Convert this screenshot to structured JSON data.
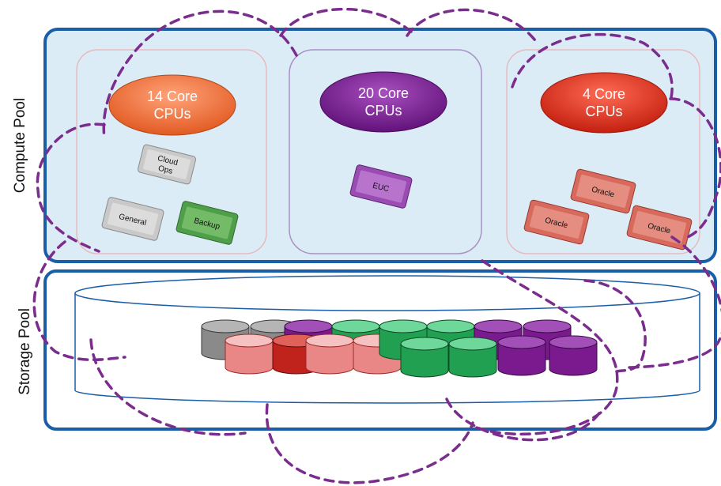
{
  "compute_pool": {
    "label": "Compute Pool",
    "hosts": [
      {
        "cpu_line1": "14 Core",
        "cpu_line2": "CPUs",
        "cpu_color": "#e8703a",
        "vms": [
          {
            "line1": "Cloud",
            "line2": "Ops",
            "color": "#c8c8c8"
          },
          {
            "line1": "General",
            "color": "#c8c8c8"
          },
          {
            "line1": "Backup",
            "color": "#4f9e4a"
          }
        ]
      },
      {
        "cpu_line1": "20 Core",
        "cpu_line2": "CPUs",
        "cpu_color": "#7a1f8c",
        "vms": [
          {
            "line1": "EUC",
            "color": "#9a4cb3"
          }
        ]
      },
      {
        "cpu_line1": "4 Core",
        "cpu_line2": "CPUs",
        "cpu_color": "#d8392a",
        "vms": [
          {
            "line1": "Oracle",
            "color": "#d76a5c"
          },
          {
            "line1": "Oracle",
            "color": "#d76a5c"
          },
          {
            "line1": "Oracle",
            "color": "#d76a5c"
          }
        ]
      }
    ]
  },
  "storage_pool": {
    "label": "Storage Pool"
  },
  "colors": {
    "pool_border": "#1a5ea8",
    "pool_fill": "#dcecf7",
    "cloud_dash": "#7b2d8e"
  }
}
